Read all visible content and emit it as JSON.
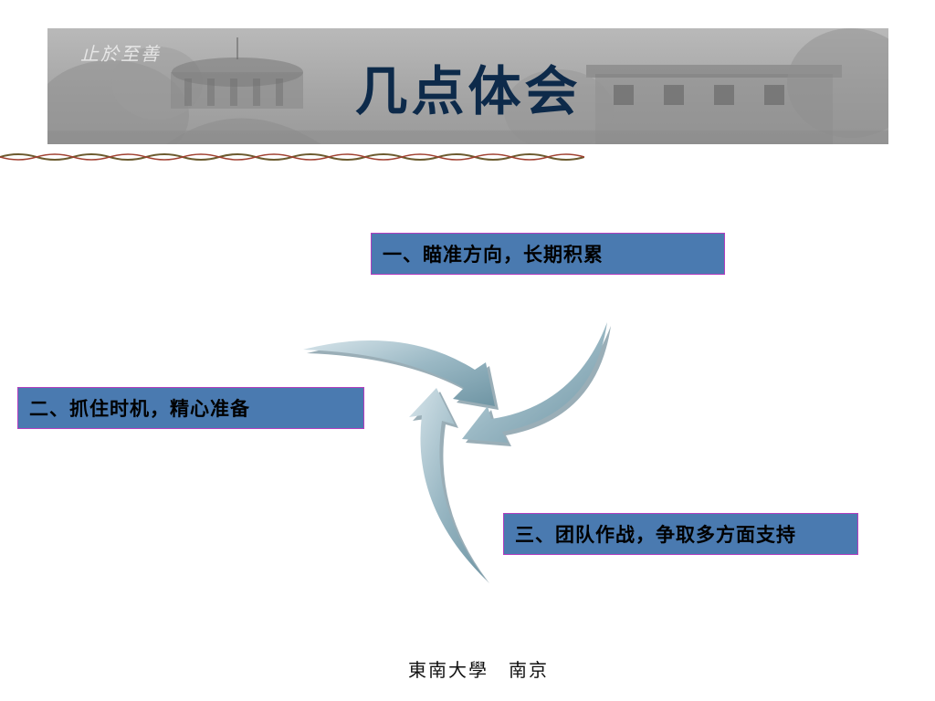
{
  "slide": {
    "motto": "止於至善",
    "title": "几点体会",
    "items": [
      "一、瞄准方向，长期积累",
      "二、抓住时机，精心准备",
      "三、团队作战，争取多方面支持"
    ],
    "footer": "東南大學　南京"
  },
  "colors": {
    "title": "#0d2a4a",
    "box_fill": "#4a7ab0",
    "box_border": "#b33fbf",
    "arrow_fill": "#8fb0be"
  },
  "icons": [
    "curved-arrow-icon",
    "ornament-divider"
  ]
}
